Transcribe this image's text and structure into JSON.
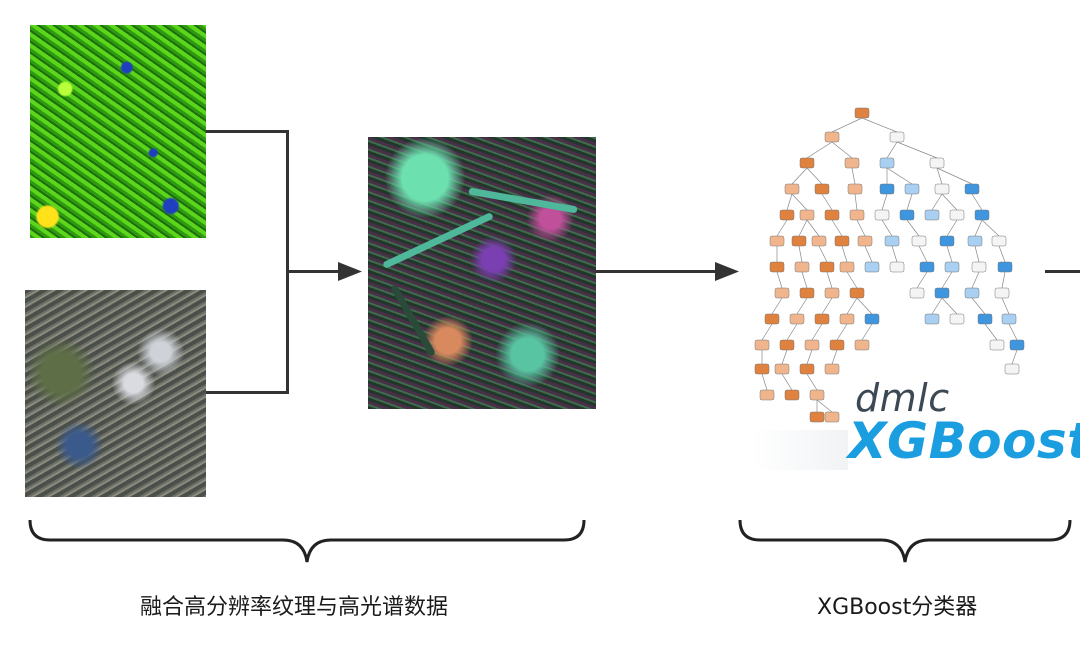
{
  "captions": {
    "input_group": "融合高分辨率纹理与高光谱数据",
    "classifier_group": "XGBoost分类器"
  },
  "logo": {
    "top_word": "dmlc",
    "main_word": "XGBoost"
  },
  "colors": {
    "logo_main": "#1a9ee0",
    "logo_top": "#3c4853",
    "connector": "#333333",
    "tree_class_a": "#e0823f",
    "tree_class_b": "#3f95de"
  },
  "icons": [
    "arrow-right-icon",
    "curly-brace-icon",
    "decision-tree-icon"
  ]
}
